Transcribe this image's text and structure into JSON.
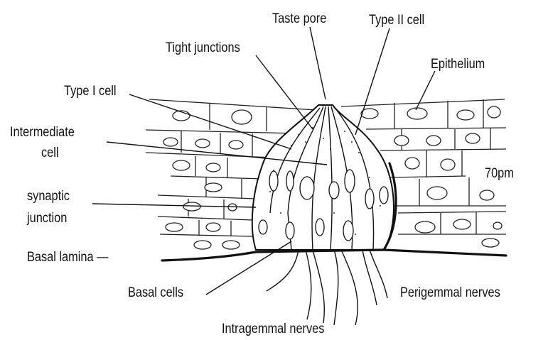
{
  "labels": {
    "taste_pore": "Taste pore",
    "type_ii_cell": "Type II cell",
    "tight_junctions": "Tight junctions",
    "epithelium": "Epithelium",
    "type_i_cell": "Type I cell",
    "intermediate_cell_line1": "Intermediate",
    "intermediate_cell_line2": "cell",
    "scale": "70pm",
    "synaptic_junction_line1": "synaptic",
    "synaptic_junction_line2": "junction",
    "basal_lamina": "Basal lamina —",
    "basal_cells": "Basal cells",
    "perigemmal_nerves": "Perigemmal nerves",
    "intragemmal_nerves": "Intragemmal nerves"
  }
}
